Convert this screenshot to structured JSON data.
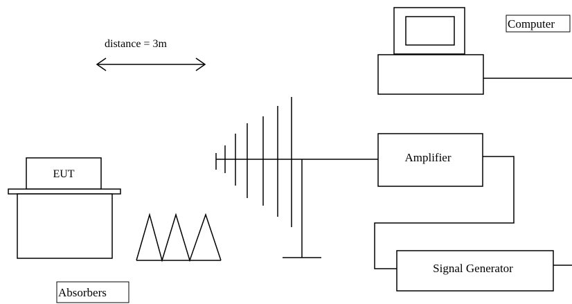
{
  "labels": {
    "computer": "Computer",
    "distance": "distance = 3m",
    "amplifier": "Amplifier",
    "eut": "EUT",
    "signal_generator": "Signal Generator",
    "absorbers": "Absorbers"
  }
}
